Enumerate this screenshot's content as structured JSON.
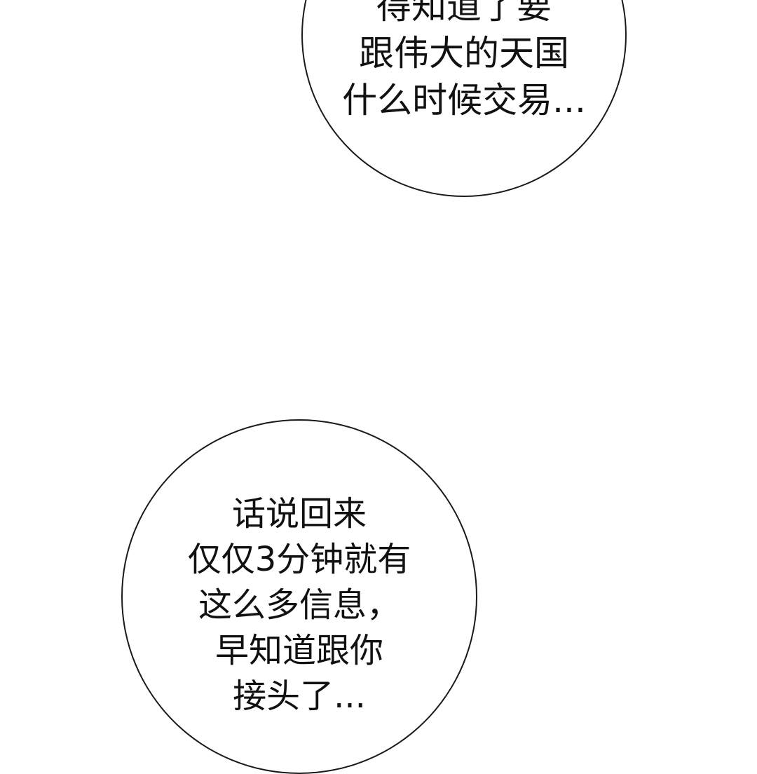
{
  "bubbles": [
    {
      "lines": [
        "得知道了要",
        "跟伟大的天国",
        "什么时候交易..."
      ]
    },
    {
      "lines": [
        "话说回来",
        "仅仅3分钟就有",
        "这么多信息，",
        "早知道跟你",
        "接头了..."
      ]
    }
  ]
}
